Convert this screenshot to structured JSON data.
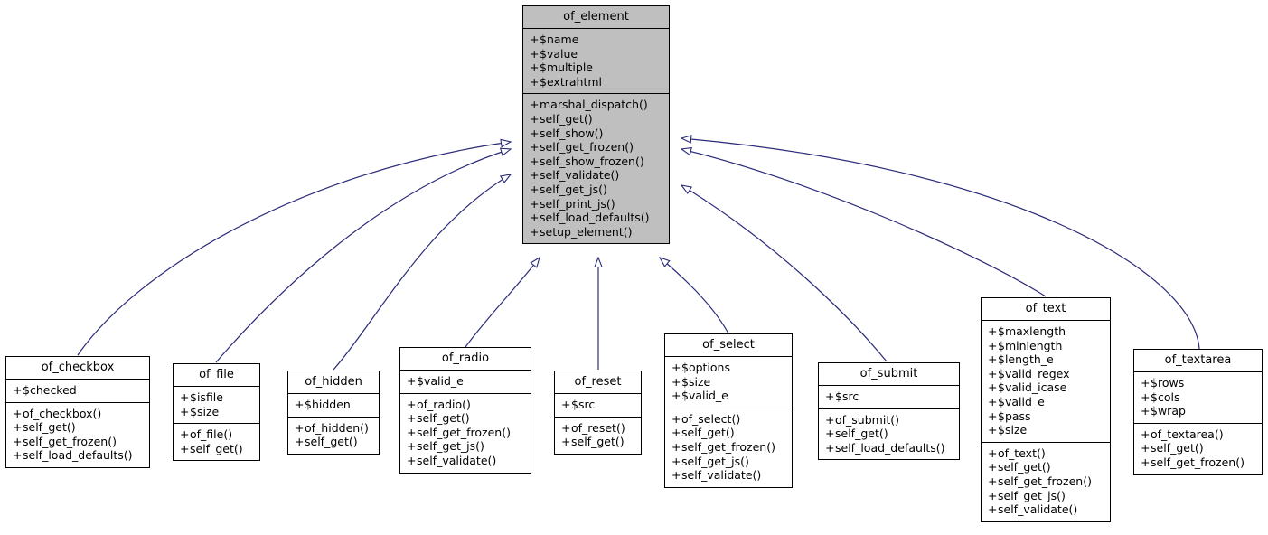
{
  "diagram": {
    "title": "of_element class inheritance diagram",
    "type": "uml-class-inheritance",
    "edge_color": "#2a2a7a",
    "root_fill": "#bfbfbf",
    "node_fill": "#ffffff",
    "border_color": "#000000",
    "visibility_symbol": "+",
    "relationship": "generalization"
  },
  "classes": {
    "of_element": {
      "name": "of_element",
      "attributes": [
        "$name",
        "$value",
        "$multiple",
        "$extrahtml"
      ],
      "methods": [
        "marshal_dispatch()",
        "self_get()",
        "self_show()",
        "self_get_frozen()",
        "self_show_frozen()",
        "self_validate()",
        "self_get_js()",
        "self_print_js()",
        "self_load_defaults()",
        "setup_element()"
      ]
    },
    "of_checkbox": {
      "name": "of_checkbox",
      "attributes": [
        "$checked"
      ],
      "methods": [
        "of_checkbox()",
        "self_get()",
        "self_get_frozen()",
        "self_load_defaults()"
      ]
    },
    "of_file": {
      "name": "of_file",
      "attributes": [
        "$isfile",
        "$size"
      ],
      "methods": [
        "of_file()",
        "self_get()"
      ]
    },
    "of_hidden": {
      "name": "of_hidden",
      "attributes": [
        "$hidden"
      ],
      "methods": [
        "of_hidden()",
        "self_get()"
      ]
    },
    "of_radio": {
      "name": "of_radio",
      "attributes": [
        "$valid_e"
      ],
      "methods": [
        "of_radio()",
        "self_get()",
        "self_get_frozen()",
        "self_get_js()",
        "self_validate()"
      ]
    },
    "of_reset": {
      "name": "of_reset",
      "attributes": [
        "$src"
      ],
      "methods": [
        "of_reset()",
        "self_get()"
      ]
    },
    "of_select": {
      "name": "of_select",
      "attributes": [
        "$options",
        "$size",
        "$valid_e"
      ],
      "methods": [
        "of_select()",
        "self_get()",
        "self_get_frozen()",
        "self_get_js()",
        "self_validate()"
      ]
    },
    "of_submit": {
      "name": "of_submit",
      "attributes": [
        "$src"
      ],
      "methods": [
        "of_submit()",
        "self_get()",
        "self_load_defaults()"
      ]
    },
    "of_text": {
      "name": "of_text",
      "attributes": [
        "$maxlength",
        "$minlength",
        "$length_e",
        "$valid_regex",
        "$valid_icase",
        "$valid_e",
        "$pass",
        "$size"
      ],
      "methods": [
        "of_text()",
        "self_get()",
        "self_get_frozen()",
        "self_get_js()",
        "self_validate()"
      ]
    },
    "of_textarea": {
      "name": "of_textarea",
      "attributes": [
        "$rows",
        "$cols",
        "$wrap"
      ],
      "methods": [
        "of_textarea()",
        "self_get()",
        "self_get_frozen()"
      ]
    }
  },
  "inheritance_edges": [
    {
      "from": "of_checkbox",
      "to": "of_element"
    },
    {
      "from": "of_file",
      "to": "of_element"
    },
    {
      "from": "of_hidden",
      "to": "of_element"
    },
    {
      "from": "of_radio",
      "to": "of_element"
    },
    {
      "from": "of_reset",
      "to": "of_element"
    },
    {
      "from": "of_select",
      "to": "of_element"
    },
    {
      "from": "of_submit",
      "to": "of_element"
    },
    {
      "from": "of_text",
      "to": "of_element"
    },
    {
      "from": "of_textarea",
      "to": "of_element"
    }
  ]
}
